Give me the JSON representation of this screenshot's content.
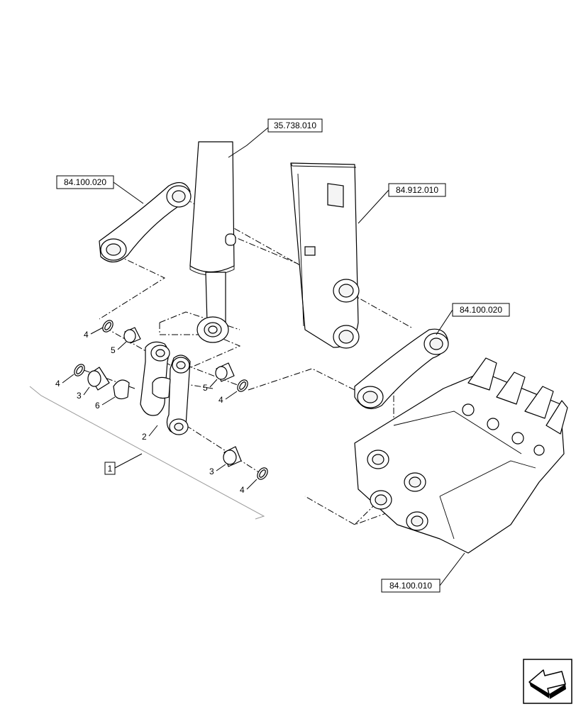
{
  "references": {
    "cylinder": "35.738.010",
    "upper_link": "84.100.020",
    "arm": "84.912.010",
    "lower_link": "84.100.020",
    "bucket": "84.100.010"
  },
  "callouts": {
    "kit": "1",
    "link": "2",
    "bushing_a": "3",
    "bushing_b": "3",
    "ring_a": "4",
    "ring_b": "4",
    "ring_c": "4",
    "ring_d": "4",
    "bushing_c": "5",
    "bushing_d": "5",
    "pin": "6"
  },
  "icons": {
    "navigation": "arrow-prev-page-icon"
  },
  "colors": {
    "line": "#000000",
    "background": "#ffffff",
    "kit_frame": "#9a9a9a"
  }
}
